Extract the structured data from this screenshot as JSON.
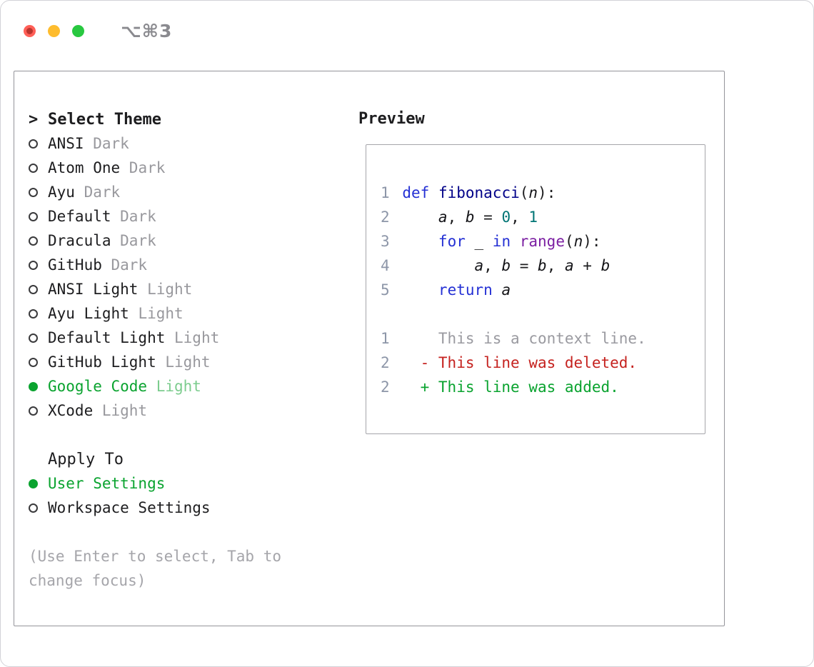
{
  "colors": {
    "accent_green": "#0aa32f",
    "accent_green_soft": "#7ccc8e",
    "keyword_blue": "#2430d4",
    "function_navy": "#000088",
    "type_purple": "#7b1fa2",
    "literal_teal": "#007575",
    "deleted_red": "#c5221f",
    "muted_gray": "#98989d",
    "line_number_gray": "#8d96a8",
    "traffic_red": "#ff5f57",
    "traffic_yellow": "#febc2e",
    "traffic_green": "#28c840"
  },
  "window": {
    "title": "⌥⌘3"
  },
  "selector": {
    "prompt": ">",
    "title": "Select Theme",
    "themes": [
      {
        "name": "ANSI",
        "variant": "Dark",
        "selected": false
      },
      {
        "name": "Atom One",
        "variant": "Dark",
        "selected": false
      },
      {
        "name": "Ayu",
        "variant": "Dark",
        "selected": false
      },
      {
        "name": "Default",
        "variant": "Dark",
        "selected": false
      },
      {
        "name": "Dracula",
        "variant": "Dark",
        "selected": false
      },
      {
        "name": "GitHub",
        "variant": "Dark",
        "selected": false
      },
      {
        "name": "ANSI Light",
        "variant": "Light",
        "selected": false
      },
      {
        "name": "Ayu Light",
        "variant": "Light",
        "selected": false
      },
      {
        "name": "Default Light",
        "variant": "Light",
        "selected": false
      },
      {
        "name": "GitHub Light",
        "variant": "Light",
        "selected": false
      },
      {
        "name": "Google Code",
        "variant": "Light",
        "selected": true
      },
      {
        "name": "XCode",
        "variant": "Light",
        "selected": false
      }
    ],
    "apply_to": {
      "title": "Apply To",
      "options": [
        {
          "label": "User Settings",
          "selected": true
        },
        {
          "label": "Workspace Settings",
          "selected": false
        }
      ]
    },
    "help_lines": [
      "(Use Enter to select, Tab to",
      "change focus)"
    ]
  },
  "preview": {
    "title": "Preview",
    "code_lines": [
      {
        "num": "1",
        "tokens": [
          [
            "kw",
            "def"
          ],
          [
            "pln",
            " "
          ],
          [
            "fn",
            "fibonacci"
          ],
          [
            "pln",
            "("
          ],
          [
            "var",
            "n"
          ],
          [
            "pln",
            "):"
          ]
        ]
      },
      {
        "num": "2",
        "tokens": [
          [
            "pln",
            "    "
          ],
          [
            "var",
            "a"
          ],
          [
            "pln",
            ", "
          ],
          [
            "var",
            "b"
          ],
          [
            "pln",
            " = "
          ],
          [
            "num",
            "0"
          ],
          [
            "pln",
            ", "
          ],
          [
            "num",
            "1"
          ]
        ]
      },
      {
        "num": "3",
        "tokens": [
          [
            "pln",
            "    "
          ],
          [
            "kw",
            "for"
          ],
          [
            "pln",
            " _ "
          ],
          [
            "kw",
            "in"
          ],
          [
            "pln",
            " "
          ],
          [
            "typ",
            "range"
          ],
          [
            "pln",
            "("
          ],
          [
            "var",
            "n"
          ],
          [
            "pln",
            "):"
          ]
        ]
      },
      {
        "num": "4",
        "tokens": [
          [
            "pln",
            "        "
          ],
          [
            "var",
            "a"
          ],
          [
            "pln",
            ", "
          ],
          [
            "var",
            "b"
          ],
          [
            "pln",
            " = "
          ],
          [
            "var",
            "b"
          ],
          [
            "pln",
            ", "
          ],
          [
            "var",
            "a"
          ],
          [
            "pln",
            " + "
          ],
          [
            "var",
            "b"
          ]
        ]
      },
      {
        "num": "5",
        "tokens": [
          [
            "pln",
            "    "
          ],
          [
            "kw",
            "return"
          ],
          [
            "pln",
            " "
          ],
          [
            "var",
            "a"
          ]
        ]
      }
    ],
    "diff_lines": [
      {
        "num": "1",
        "type": "context",
        "text": "    This is a context line."
      },
      {
        "num": "2",
        "type": "deleted",
        "text": "  - This line was deleted."
      },
      {
        "num": "2",
        "type": "added",
        "text": "  + This line was added."
      }
    ]
  }
}
